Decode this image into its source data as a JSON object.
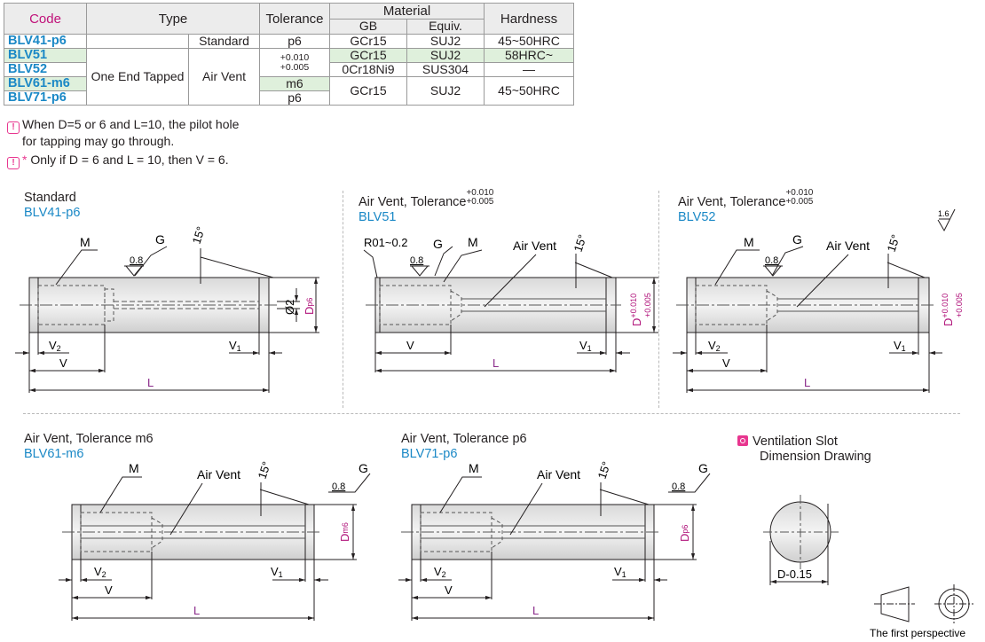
{
  "table": {
    "headers": {
      "code": "Code",
      "type": "Type",
      "tolerance": "Tolerance",
      "material": "Material",
      "gb": "GB",
      "equiv": "Equiv.",
      "hardness": "Hardness"
    },
    "type_one_end": "One End Tapped",
    "type_standard": "Standard",
    "type_air_vent": "Air Vent",
    "rows": [
      {
        "code": "BLV41-p6",
        "tolerance": "p6",
        "gb": "GCr15",
        "equiv": "SUJ2",
        "hardness": "45~50HRC"
      },
      {
        "code": "BLV51",
        "gb": "GCr15",
        "equiv": "SUJ2",
        "hardness": "58HRC~"
      },
      {
        "code": "BLV52",
        "gb": "0Cr18Ni9",
        "equiv": "SUS304",
        "hardness": "—"
      },
      {
        "code": "BLV61-m6",
        "tolerance": "m6"
      },
      {
        "code": "BLV71-p6",
        "tolerance": "p6"
      }
    ],
    "tol_upper": "+0.010",
    "tol_lower": "+0.005",
    "gb_merged": "GCr15",
    "equiv_merged": "SUJ2",
    "hardness_merged": "45~50HRC"
  },
  "notes": {
    "note1_line1": "When D=5 or 6 and L=10, the pilot hole",
    "note1_line2": "for tapping may go through.",
    "note2_star": "*",
    "note2": "Only if D = 6 and L = 10, then V = 6."
  },
  "drawings": {
    "std": {
      "title": "Standard",
      "code": "BLV41-p6"
    },
    "blv51": {
      "title": "Air Vent, Tolerance",
      "code": "BLV51"
    },
    "blv52": {
      "title": "Air Vent, Tolerance",
      "code": "BLV52"
    },
    "blv61": {
      "title": "Air Vent, Tolerance m6",
      "code": "BLV61-m6"
    },
    "blv71": {
      "title": "Air Vent, Tolerance p6",
      "code": "BLV71-p6"
    },
    "tol_up": "+0.010",
    "tol_low": "+0.005"
  },
  "labels": {
    "M": "M",
    "G": "G",
    "rough": "0.8",
    "angle": "15°",
    "V2": "V",
    "V2sub": "2",
    "V": "V",
    "V1": "V",
    "V1sub": "1",
    "L": "L",
    "D": "D",
    "p6": "p6",
    "m6": "m6",
    "phi2": "Ø2",
    "airvent": "Air Vent",
    "r01": "R01~0.2",
    "roughness16": "1.6"
  },
  "vent": {
    "title_line1": "Ventilation Slot",
    "title_line2": "Dimension Drawing",
    "dim": "D-0.15"
  },
  "perspective": "The first perspective"
}
